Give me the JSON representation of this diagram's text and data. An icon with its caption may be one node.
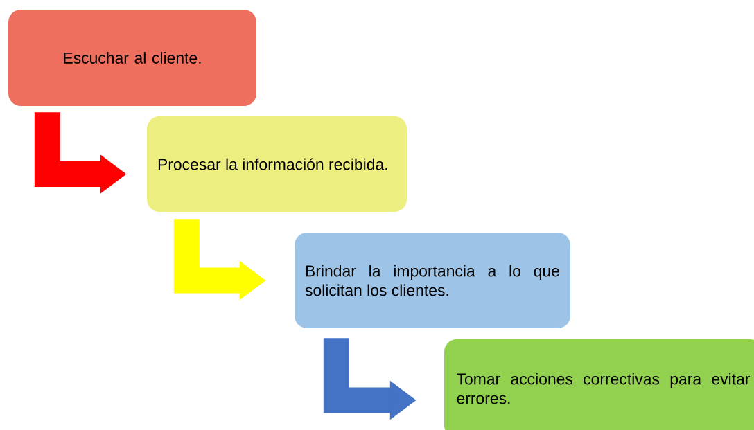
{
  "diagram": {
    "nodes": [
      {
        "text": [
          "Escuchar al cliente."
        ]
      },
      {
        "text": [
          "Procesar la información recibida."
        ]
      },
      {
        "text": [
          "Brindar la importancia a lo que solicitan los clientes."
        ]
      },
      {
        "text": [
          "Tomar acciones correctivas para evitar errores."
        ]
      }
    ],
    "edges": [
      {
        "from": 0,
        "to": 1,
        "arrow": "to",
        "color": "#ff0000"
      },
      {
        "from": 1,
        "to": 2,
        "arrow": "to",
        "color": "#ffff00"
      },
      {
        "from": 2,
        "to": 3,
        "arrow": "to",
        "color": "#4472c4"
      }
    ]
  }
}
